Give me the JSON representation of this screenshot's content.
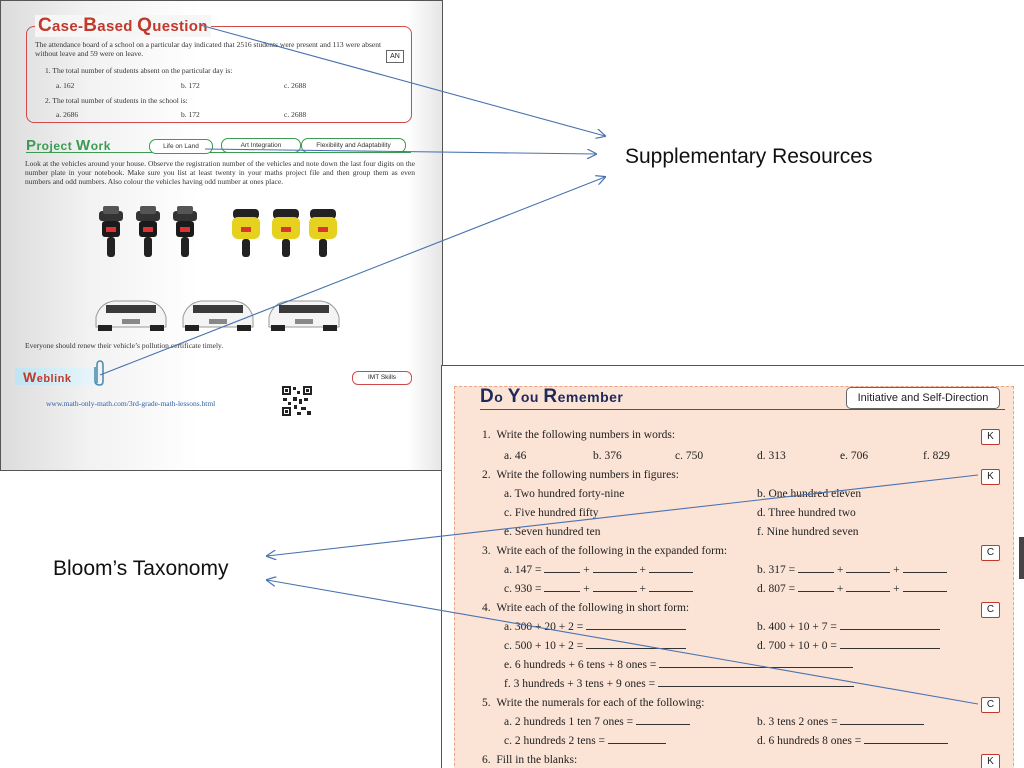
{
  "labels": {
    "supplementary": "Supplementary Resources",
    "bloom": "Bloom’s Taxonomy"
  },
  "case_based": {
    "title_first": "C",
    "title_rest": "ase-",
    "title_b": "B",
    "title_ased": "ased ",
    "title_q": "Q",
    "title_uestion": "uestion",
    "intro": "The attendance board of a school on a particular day indicated that 2516 students were present and 113 were absent without leave and 59 were on leave.",
    "badge": "AN",
    "q1": "1.  The total number of students absent on the particular day is:",
    "q1_options": [
      "a.   162",
      "b.   172",
      "c.  2688"
    ],
    "q2": "2.  The total number of students in the school is:",
    "q2_options": [
      "a.   2686",
      "b.   172",
      "c.  2688"
    ]
  },
  "project_work": {
    "title_p": "P",
    "title_roject": "roject ",
    "title_w": "W",
    "title_ork": "ork",
    "pills": [
      "Life on Land",
      "Art Integration",
      "Flexibility and Adaptability"
    ],
    "paragraph": "Look at the vehicles around your house. Observe the registration number of the vehicles and note down the last four digits on the number plate in your notebook. Make sure you list at least twenty in your maths project file and then group them as even numbers and odd numbers. Also colour the vehicles having odd number at ones place.",
    "note": "Everyone should renew their vehicle’s pollution certificate timely."
  },
  "weblink": {
    "title_w": "W",
    "title_rest": "eblink",
    "badge": "IMT Skills",
    "url": "www.math-only-math.com/3rd-grade-math-lessons.html"
  },
  "do_you_remember": {
    "title_d": "D",
    "title_o": "o ",
    "title_y": "Y",
    "title_ou": "ou ",
    "title_r": "R",
    "title_emember": "emember",
    "badge": "Initiative and Self-Direction",
    "questions": [
      {
        "num": "1.",
        "text": "Write the following numbers in words:",
        "tag": "K"
      },
      {
        "num": "2.",
        "text": "Write the following numbers in figures:",
        "tag": "K"
      },
      {
        "num": "3.",
        "text": "Write each of the following in the expanded form:",
        "tag": "C"
      },
      {
        "num": "4.",
        "text": "Write each of the following in short form:",
        "tag": "C"
      },
      {
        "num": "5.",
        "text": "Write the numerals for each of the following:",
        "tag": "C"
      },
      {
        "num": "6.",
        "text": "Fill in the blanks:",
        "tag": "K"
      }
    ],
    "q1_items": [
      "a.  46",
      "b.  376",
      "c.  750",
      "d.  313",
      "e.  706",
      "f.  829"
    ],
    "q2_items": [
      "a.  Two hundred forty-nine",
      "b.  One hundred eleven",
      "c.  Five hundred fifty",
      "d.  Three hundred two",
      "e.  Seven hundred ten",
      "f.  Nine hundred seven"
    ],
    "q3_items": [
      "a.  147 =",
      "b.  317 =",
      "c.  930 =",
      "d.  807 ="
    ],
    "q4_items": [
      "a.  300 + 20 + 2 =",
      "b.  400 + 10 + 7 =",
      "c.  500 + 10 + 2 =",
      "d.  700 + 10 + 0 =",
      "e.  6 hundreds + 6 tens + 8 ones =",
      "f.  3 hundreds + 3 tens + 9 ones ="
    ],
    "q5_items": [
      "a.  2 hundreds 1 ten 7 ones =",
      "b.  3 tens 2 ones =",
      "c.  2 hundreds 2 tens =",
      "d.  6 hundreds 8 ones ="
    ],
    "plus": "+"
  },
  "colors": {
    "case_red": "#c0392b",
    "project_green": "#3b9b53",
    "sheet_pink": "#fbe3d6",
    "arrow_blue": "#4a72b0"
  }
}
